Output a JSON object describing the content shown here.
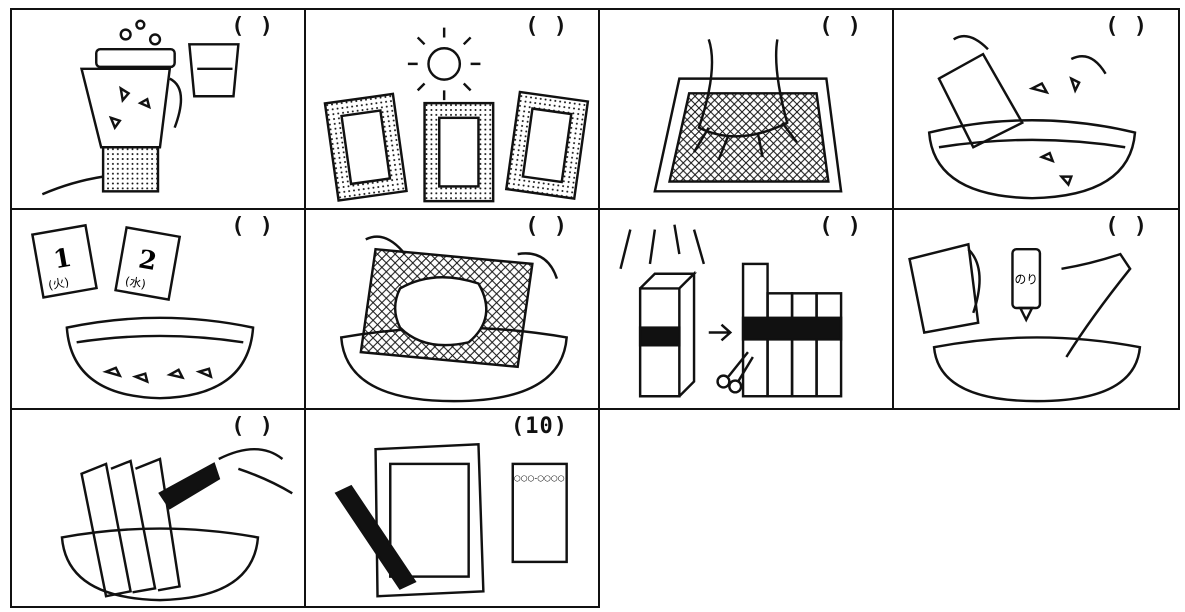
{
  "panels": [
    {
      "id": "blender",
      "label": "(   )"
    },
    {
      "id": "sun-drying",
      "label": "(   )"
    },
    {
      "id": "screen-pressing",
      "label": "(   )"
    },
    {
      "id": "tearing-carton",
      "label": "(   )"
    },
    {
      "id": "soaking-days",
      "label": "(   )",
      "calendar": [
        {
          "day": "1",
          "weekday": "(火)"
        },
        {
          "day": "2",
          "weekday": "(水)"
        }
      ]
    },
    {
      "id": "screen-scooping",
      "label": "(   )"
    },
    {
      "id": "cutting-carton",
      "label": "(   )"
    },
    {
      "id": "adding-glue",
      "label": "(   )",
      "glue_text": "のり"
    },
    {
      "id": "peeling-film",
      "label": "(   )"
    },
    {
      "id": "finished-postcard",
      "label": "(10)",
      "card_text": "○○○-○○○○"
    }
  ],
  "colors": {
    "line": "#111111",
    "background": "#ffffff"
  }
}
